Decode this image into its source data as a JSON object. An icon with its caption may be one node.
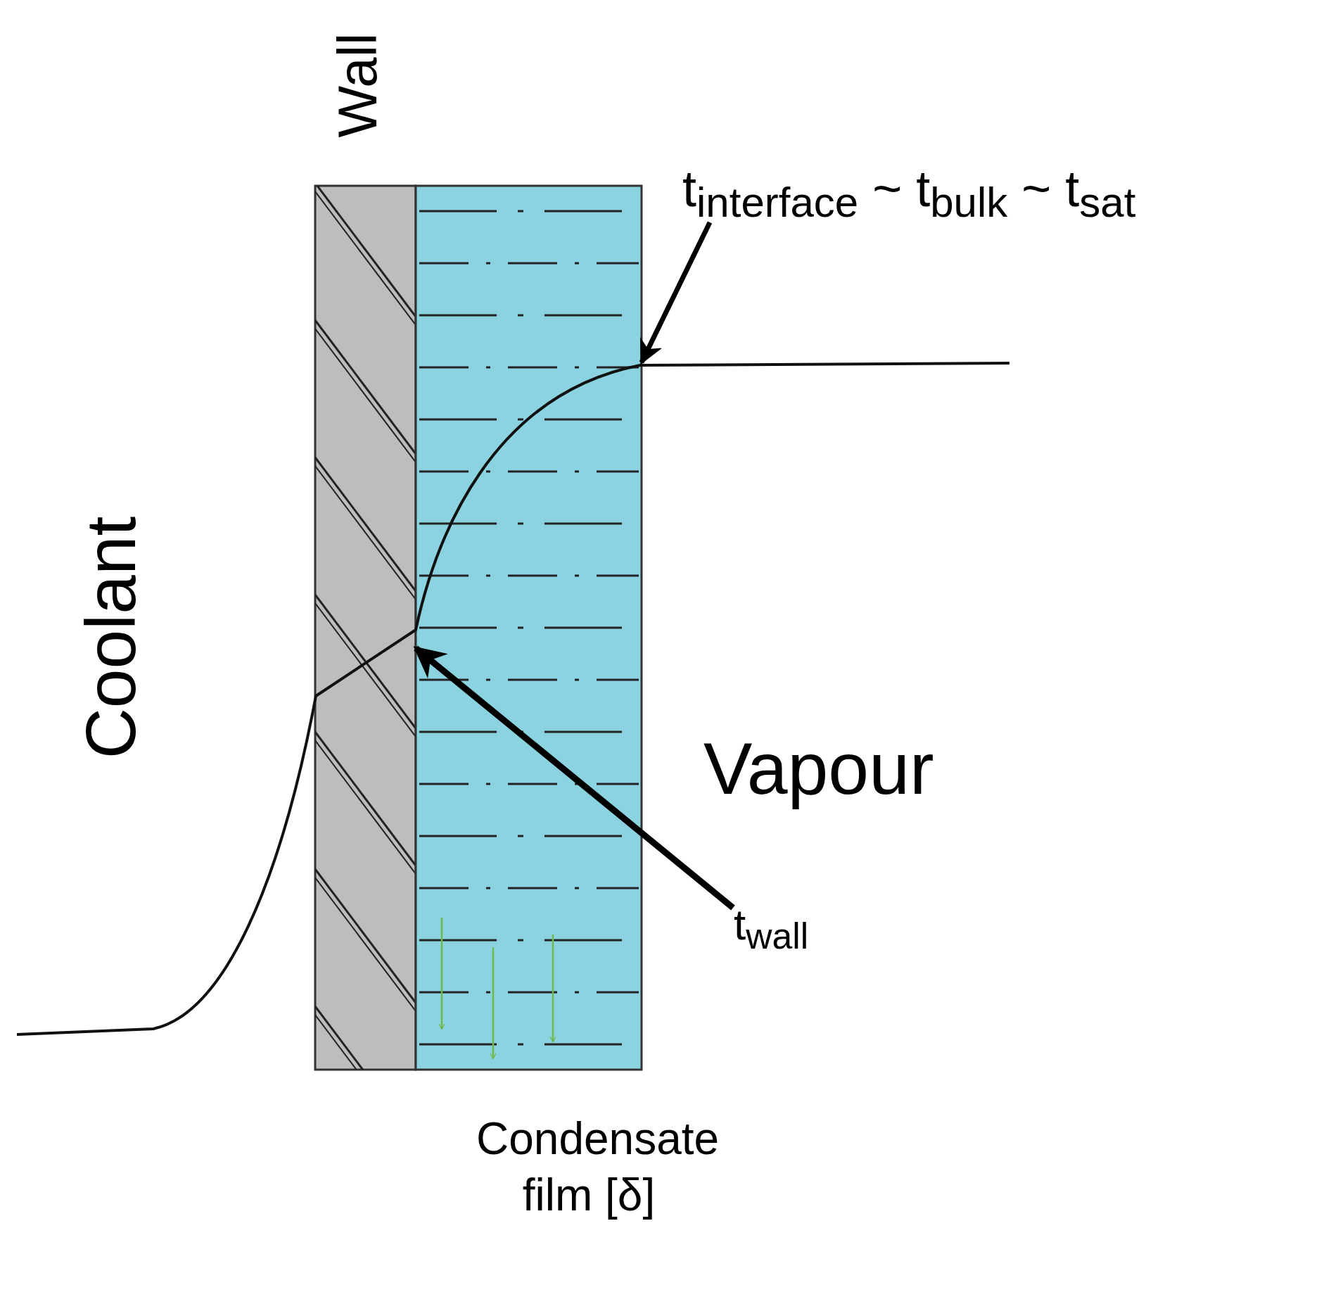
{
  "diagram": {
    "nodes": [
      {
        "text": [
          "t$_{interface}$ ~ t$_{bulk}$ ~ t$_{sat}$"
        ]
      },
      {
        "text": [
          "t$_{wall}$"
        ]
      },
      {
        "text": [],
        "shape": "box"
      },
      {
        "text": [],
        "shape": "box"
      }
    ],
    "edges": [
      {
        "from": 0,
        "to": 3,
        "arrow": "to"
      },
      {
        "from": 1,
        "to": 2,
        "arrow": "to"
      }
    ],
    "labels": [
      "Wall",
      "Coolant",
      "Vapour",
      "Condensate film [δ]"
    ]
  }
}
